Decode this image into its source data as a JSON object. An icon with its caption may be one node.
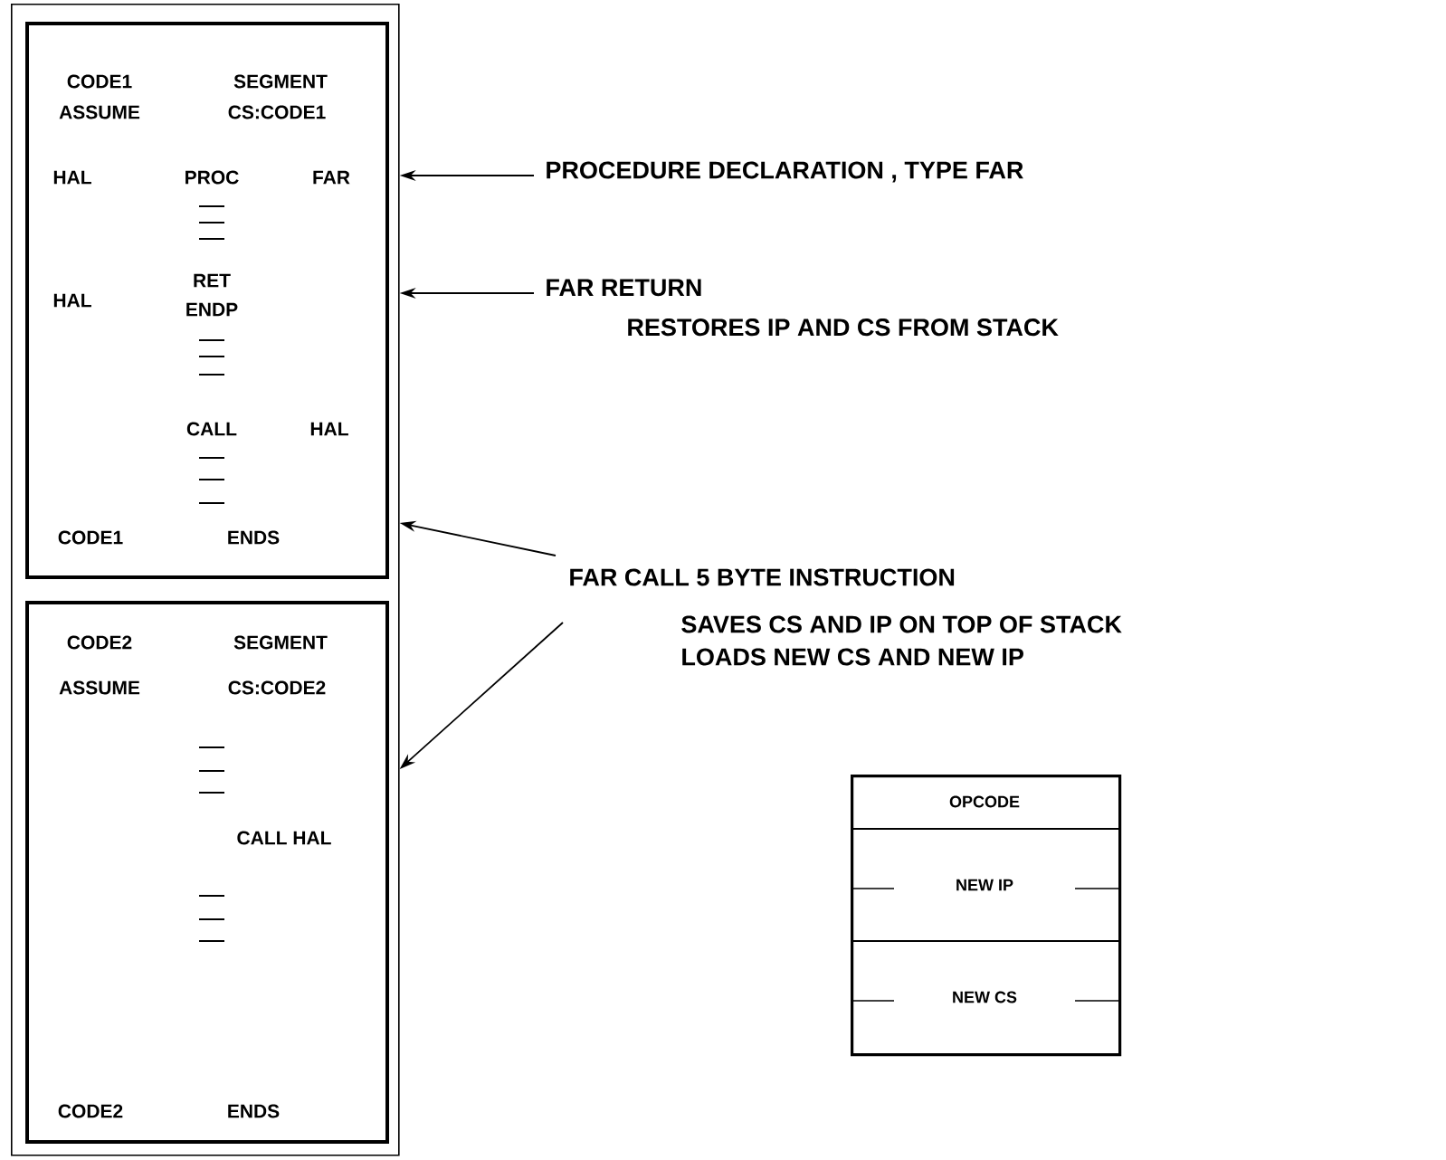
{
  "diagram": {
    "nodes": [
      {
        "text": [],
        "shape": "box"
      },
      {
        "text": [
          "CODE1",
          "SEGMENT",
          "ASSUME",
          "CS:CODE1",
          "HAL",
          "PROC",
          "FAR",
          "RET",
          "HAL",
          "ENDP",
          "CALL",
          "HAL",
          "CODE1",
          "ENDS"
        ],
        "in": 0
      },
      {
        "text": [
          "CODE2",
          "SEGMENT",
          "ASSUME",
          "CS:CODE2",
          "CALL HAL",
          "CODE2",
          "ENDS"
        ],
        "in": 0
      },
      {
        "text": [
          "PROCEDURE DECLARATION , TYPE FAR"
        ]
      },
      {
        "text": [
          "FAR RETURN",
          "RESTORES IP AND CS FROM STACK"
        ]
      },
      {
        "text": [
          "FAR CALL 5 BYTE INSTRUCTION",
          "SAVES CS AND IP ON TOP OF STACK",
          "LOADS NEW CS AND NEW IP"
        ]
      },
      {
        "text": [
          "OPCODE",
          "NEW IP",
          "NEW CS"
        ]
      }
    ],
    "edges": [
      {
        "from": 3,
        "to": 0,
        "arrow": "to"
      },
      {
        "from": 4,
        "to": 0,
        "arrow": "to"
      },
      {
        "from": 5,
        "to": 0,
        "arrow": "to"
      },
      {
        "from": 5,
        "to": 0,
        "arrow": "to"
      }
    ]
  }
}
